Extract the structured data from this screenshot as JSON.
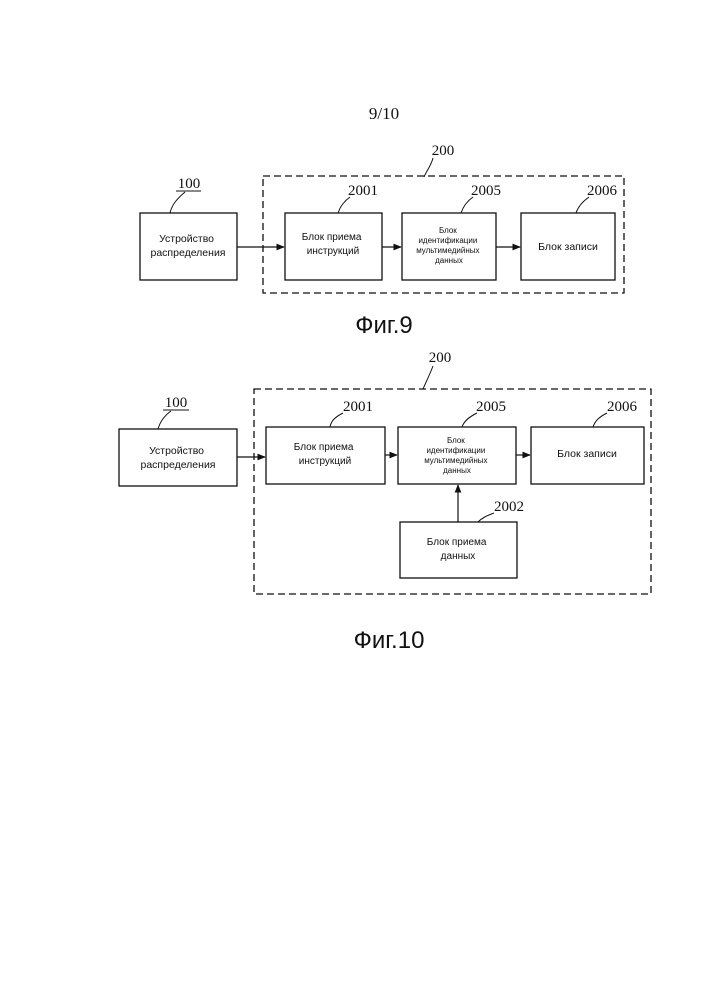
{
  "page_number": "9/10",
  "fig9": {
    "caption": "Фиг.9",
    "group_ref": "200",
    "device": {
      "ref": "100",
      "lines": [
        "Устройство",
        "распределения"
      ]
    },
    "instr_block": {
      "ref": "2001",
      "lines": [
        "Блок приема",
        "инструкций"
      ]
    },
    "ident_block": {
      "ref": "2005",
      "lines": [
        "Блок",
        "идентификации",
        "мультимедийных",
        "данных"
      ]
    },
    "record_block": {
      "ref": "2006",
      "lines": [
        "Блок записи"
      ]
    }
  },
  "fig10": {
    "caption": "Фиг.10",
    "group_ref": "200",
    "device": {
      "ref": "100",
      "lines": [
        "Устройство",
        "распределения"
      ]
    },
    "instr_block": {
      "ref": "2001",
      "lines": [
        "Блок приема",
        "инструкций"
      ]
    },
    "ident_block": {
      "ref": "2005",
      "lines": [
        "Блок",
        "идентификации",
        "мультимедийных",
        "данных"
      ]
    },
    "record_block": {
      "ref": "2006",
      "lines": [
        "Блок записи"
      ]
    },
    "data_block": {
      "ref": "2002",
      "lines": [
        "Блок приема",
        "данных"
      ]
    }
  }
}
